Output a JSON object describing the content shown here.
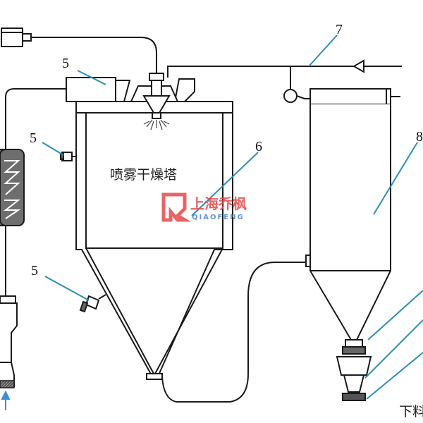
{
  "diagram": {
    "tower_label": "喷雾干燥塔",
    "callouts": [
      "5",
      "5",
      "5",
      "6",
      "7",
      "8"
    ],
    "discharge_text": "下料",
    "colors": {
      "line": "#1a1a1a",
      "leader": "#2a8fb5",
      "arrow": "#3b8fd4",
      "heater_fill": "#6e6e6e",
      "watermark_red": "#e34a4a",
      "watermark_blue": "#4a7fd0"
    },
    "watermark": {
      "name": "上海乔枫",
      "pinyin": "QIAOFENG"
    }
  }
}
